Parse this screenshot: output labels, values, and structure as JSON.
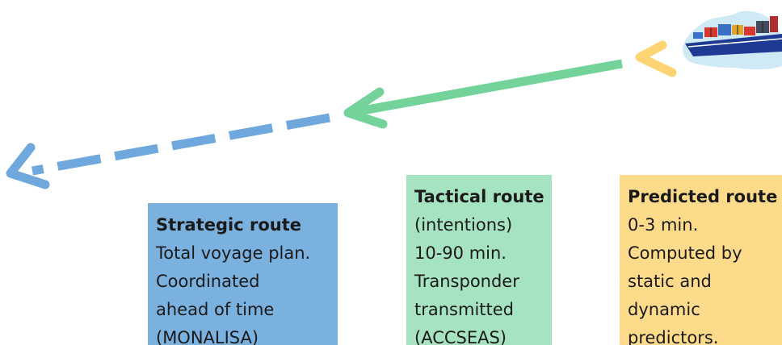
{
  "colors": {
    "strategic": "#7ab1de",
    "tactical": "#a6e3c0",
    "predicted": "#fddb8a",
    "strategic_arrow": "#6fa8dc",
    "tactical_arrow": "#74d39a",
    "predicted_arrow": "#fcd473"
  },
  "icons": {
    "ship": "container-ship-icon"
  },
  "routes": {
    "strategic": {
      "title": "Strategic route",
      "lines": [
        "Total voyage plan.",
        "Coordinated",
        "ahead of time",
        "(MONALISA)"
      ]
    },
    "tactical": {
      "title": "Tactical route",
      "lines": [
        "(intentions)",
        "10-90 min.",
        "Transponder",
        "transmitted",
        "(ACCSEAS)"
      ]
    },
    "predicted": {
      "title": "Predicted route",
      "lines": [
        "0-3 min.",
        "Computed by",
        "static and",
        "dynamic",
        "predictors."
      ]
    }
  }
}
